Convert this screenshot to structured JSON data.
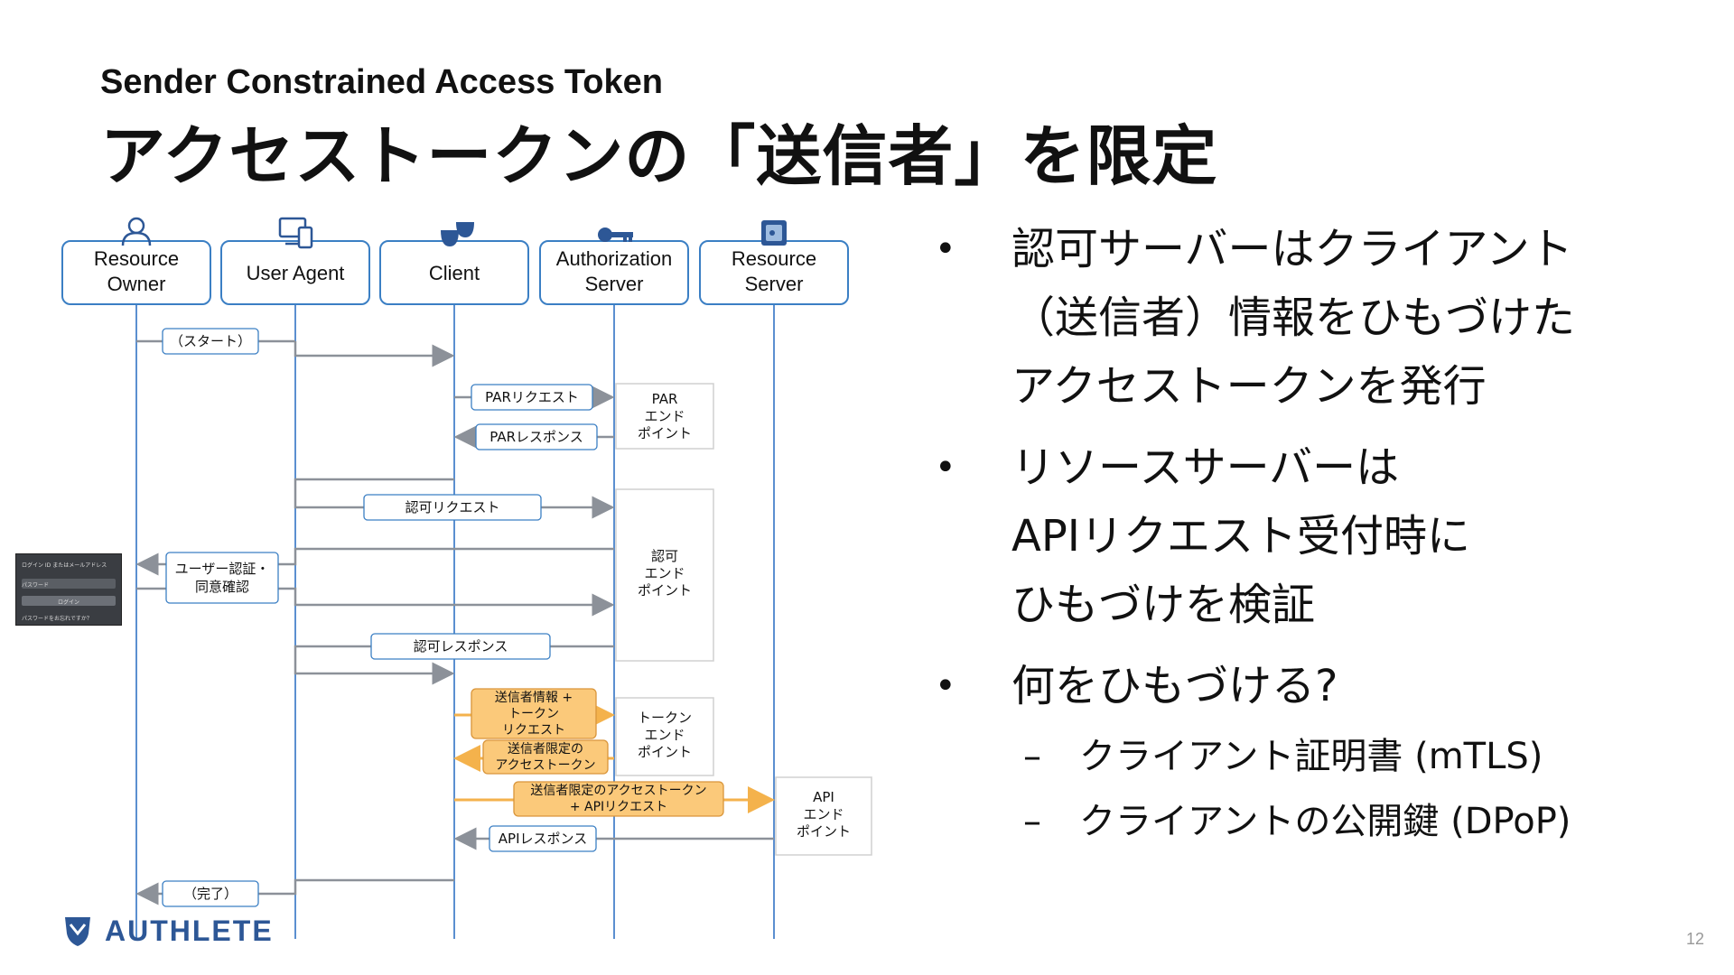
{
  "header": {
    "subtitle": "Sender Constrained Access Token",
    "title": "アクセストークンの「送信者」を限定"
  },
  "diagram": {
    "actors": [
      {
        "label": "Resource\nOwner",
        "icon": "person-icon"
      },
      {
        "label": "User Agent",
        "icon": "devices-icon"
      },
      {
        "label": "Client",
        "icon": "theater-masks-icon"
      },
      {
        "label": "Authorization\nServer",
        "icon": "key-icon"
      },
      {
        "label": "Resource\nServer",
        "icon": "safe-icon"
      }
    ],
    "messages": [
      "（スタート）",
      "PARリクエスト",
      "PARレスポンス",
      "認可リクエスト",
      "ユーザー認証・\n同意確認",
      "認可レスポンス",
      "送信者情報 +\nトークン\nリクエスト",
      "送信者限定の\nアクセストークン",
      "送信者限定のアクセストークン\n+ APIリクエスト",
      "APIレスポンス",
      "（完了）"
    ],
    "endpoints": [
      "PAR\nエンド\nポイント",
      "認可\nエンド\nポイント",
      "トークン\nエンド\nポイント",
      "API\nエンド\nポイント"
    ],
    "login_mock": {
      "field1": "ログイン ID またはメールアドレス",
      "field2": "パスワード",
      "button": "ログイン",
      "link": "パスワードをお忘れですか？"
    },
    "colors": {
      "box_border": "#3b7fc4",
      "lifeline": "#5b8fd0",
      "arrow_gray": "#8c9199",
      "highlight_fill": "#fbc97a",
      "highlight_arrow": "#f4b24c"
    }
  },
  "bullets": [
    {
      "text_lines": [
        "認可サーバーはクライアント",
        "（送信者）情報をひもづけた",
        "アクセストークンを発行"
      ]
    },
    {
      "text_lines": [
        "リソースサーバーは",
        "APIリクエスト受付時に",
        "ひもづけを検証"
      ]
    },
    {
      "text_lines": [
        "何をひもづける?"
      ],
      "sub": [
        "クライアント証明書 (mTLS)",
        "クライアントの公開鍵 (DPoP)"
      ]
    }
  ],
  "bullet_glyph": "•",
  "sub_glyph": "–",
  "footer": {
    "logo_text": "AUTHLETE",
    "page_number": "12"
  }
}
